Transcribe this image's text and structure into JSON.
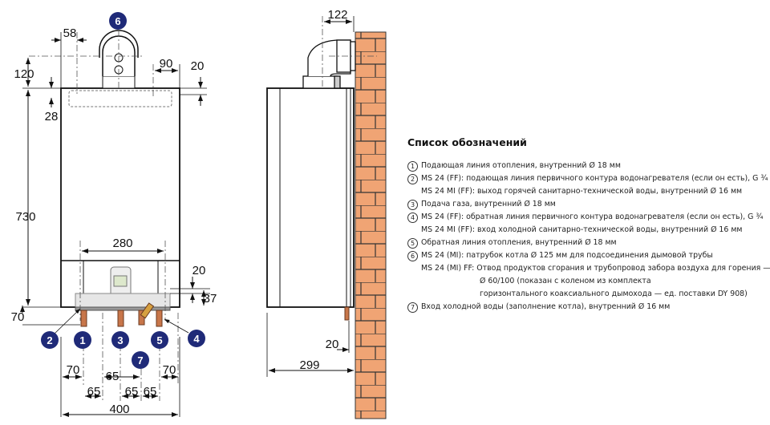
{
  "colors": {
    "badge": "#1f2a78",
    "brick": "#f0a474",
    "copper": "#c8764a"
  },
  "front_view": {
    "dimensions": {
      "d58": "58",
      "d120": "120",
      "d28": "28",
      "d90": "90",
      "d20_top": "20",
      "d730": "730",
      "d280": "280",
      "d20_right": "20",
      "d37": "37",
      "d70_left": "70",
      "d70_bl": "70",
      "d65_center": "65",
      "d70_br": "70",
      "d65_a": "65",
      "d65_b": "65",
      "d65_c": "65",
      "d400": "400"
    },
    "badges": {
      "b1": "1",
      "b2": "2",
      "b3": "3",
      "b4": "4",
      "b5": "5",
      "b6": "6",
      "b7": "7"
    }
  },
  "side_view": {
    "dimensions": {
      "d122": "122",
      "d20": "20",
      "d299": "299"
    }
  },
  "legend": {
    "title": "Список обозначений",
    "items": [
      {
        "num": "1",
        "lines": [
          "Подающая линия отопления, внутренний Ø 18 мм"
        ]
      },
      {
        "num": "2",
        "lines": [
          "MS 24 (FF): подающая линия первичного контура водонагревателя (если он есть), G ¾",
          "MS 24 MI (FF): выход горячей санитарно-технической воды, внутренний Ø 16 мм"
        ]
      },
      {
        "num": "3",
        "lines": [
          "Подача газа, внутренний Ø 18 мм"
        ]
      },
      {
        "num": "4",
        "lines": [
          "MS 24 (FF): обратная линия первичного контура водонагревателя (если он есть), G ¾",
          "MS 24 MI (FF): вход холодной санитарно-технической воды, внутренний Ø 16 мм"
        ]
      },
      {
        "num": "5",
        "lines": [
          "Обратная линия отопления, внутренний Ø 18 мм"
        ]
      },
      {
        "num": "6",
        "lines": [
          "MS 24 (MI): патрубок котла Ø 125 мм для подсоединения дымовой трубы",
          "MS 24 (MI) FF:  Отвод продуктов сгорания и трубопровод забора воздуха для горения —",
          "Ø 60/100 (показан с коленом из комплекта",
          "горизонтального коаксиального дымохода — ед. поставки DY 908)"
        ]
      },
      {
        "num": "7",
        "lines": [
          "Вход холодной воды (заполнение котла), внутренний Ø 16 мм"
        ]
      }
    ]
  }
}
